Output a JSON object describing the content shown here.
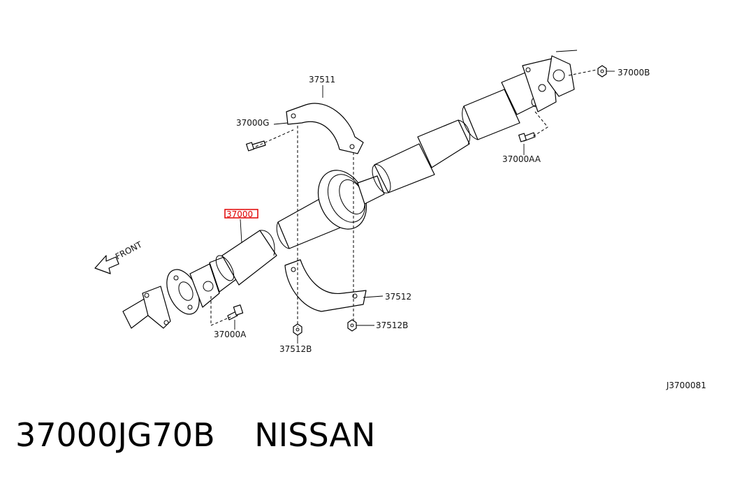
{
  "diagram": {
    "labels": {
      "p37511": "37511",
      "p37000G": "37000G",
      "p37000": "37000",
      "p37000B_top": "37000B",
      "p37000AA": "37000AA",
      "p37512": "37512",
      "p37512B_right": "37512B",
      "p37512B_left": "37512B",
      "p37000A": "37000A",
      "front": "FRONT"
    },
    "diagram_code": "J3700081",
    "highlight_color": "#e00000"
  },
  "footer": {
    "part_number": "37000JG70B",
    "brand": "NISSAN"
  }
}
